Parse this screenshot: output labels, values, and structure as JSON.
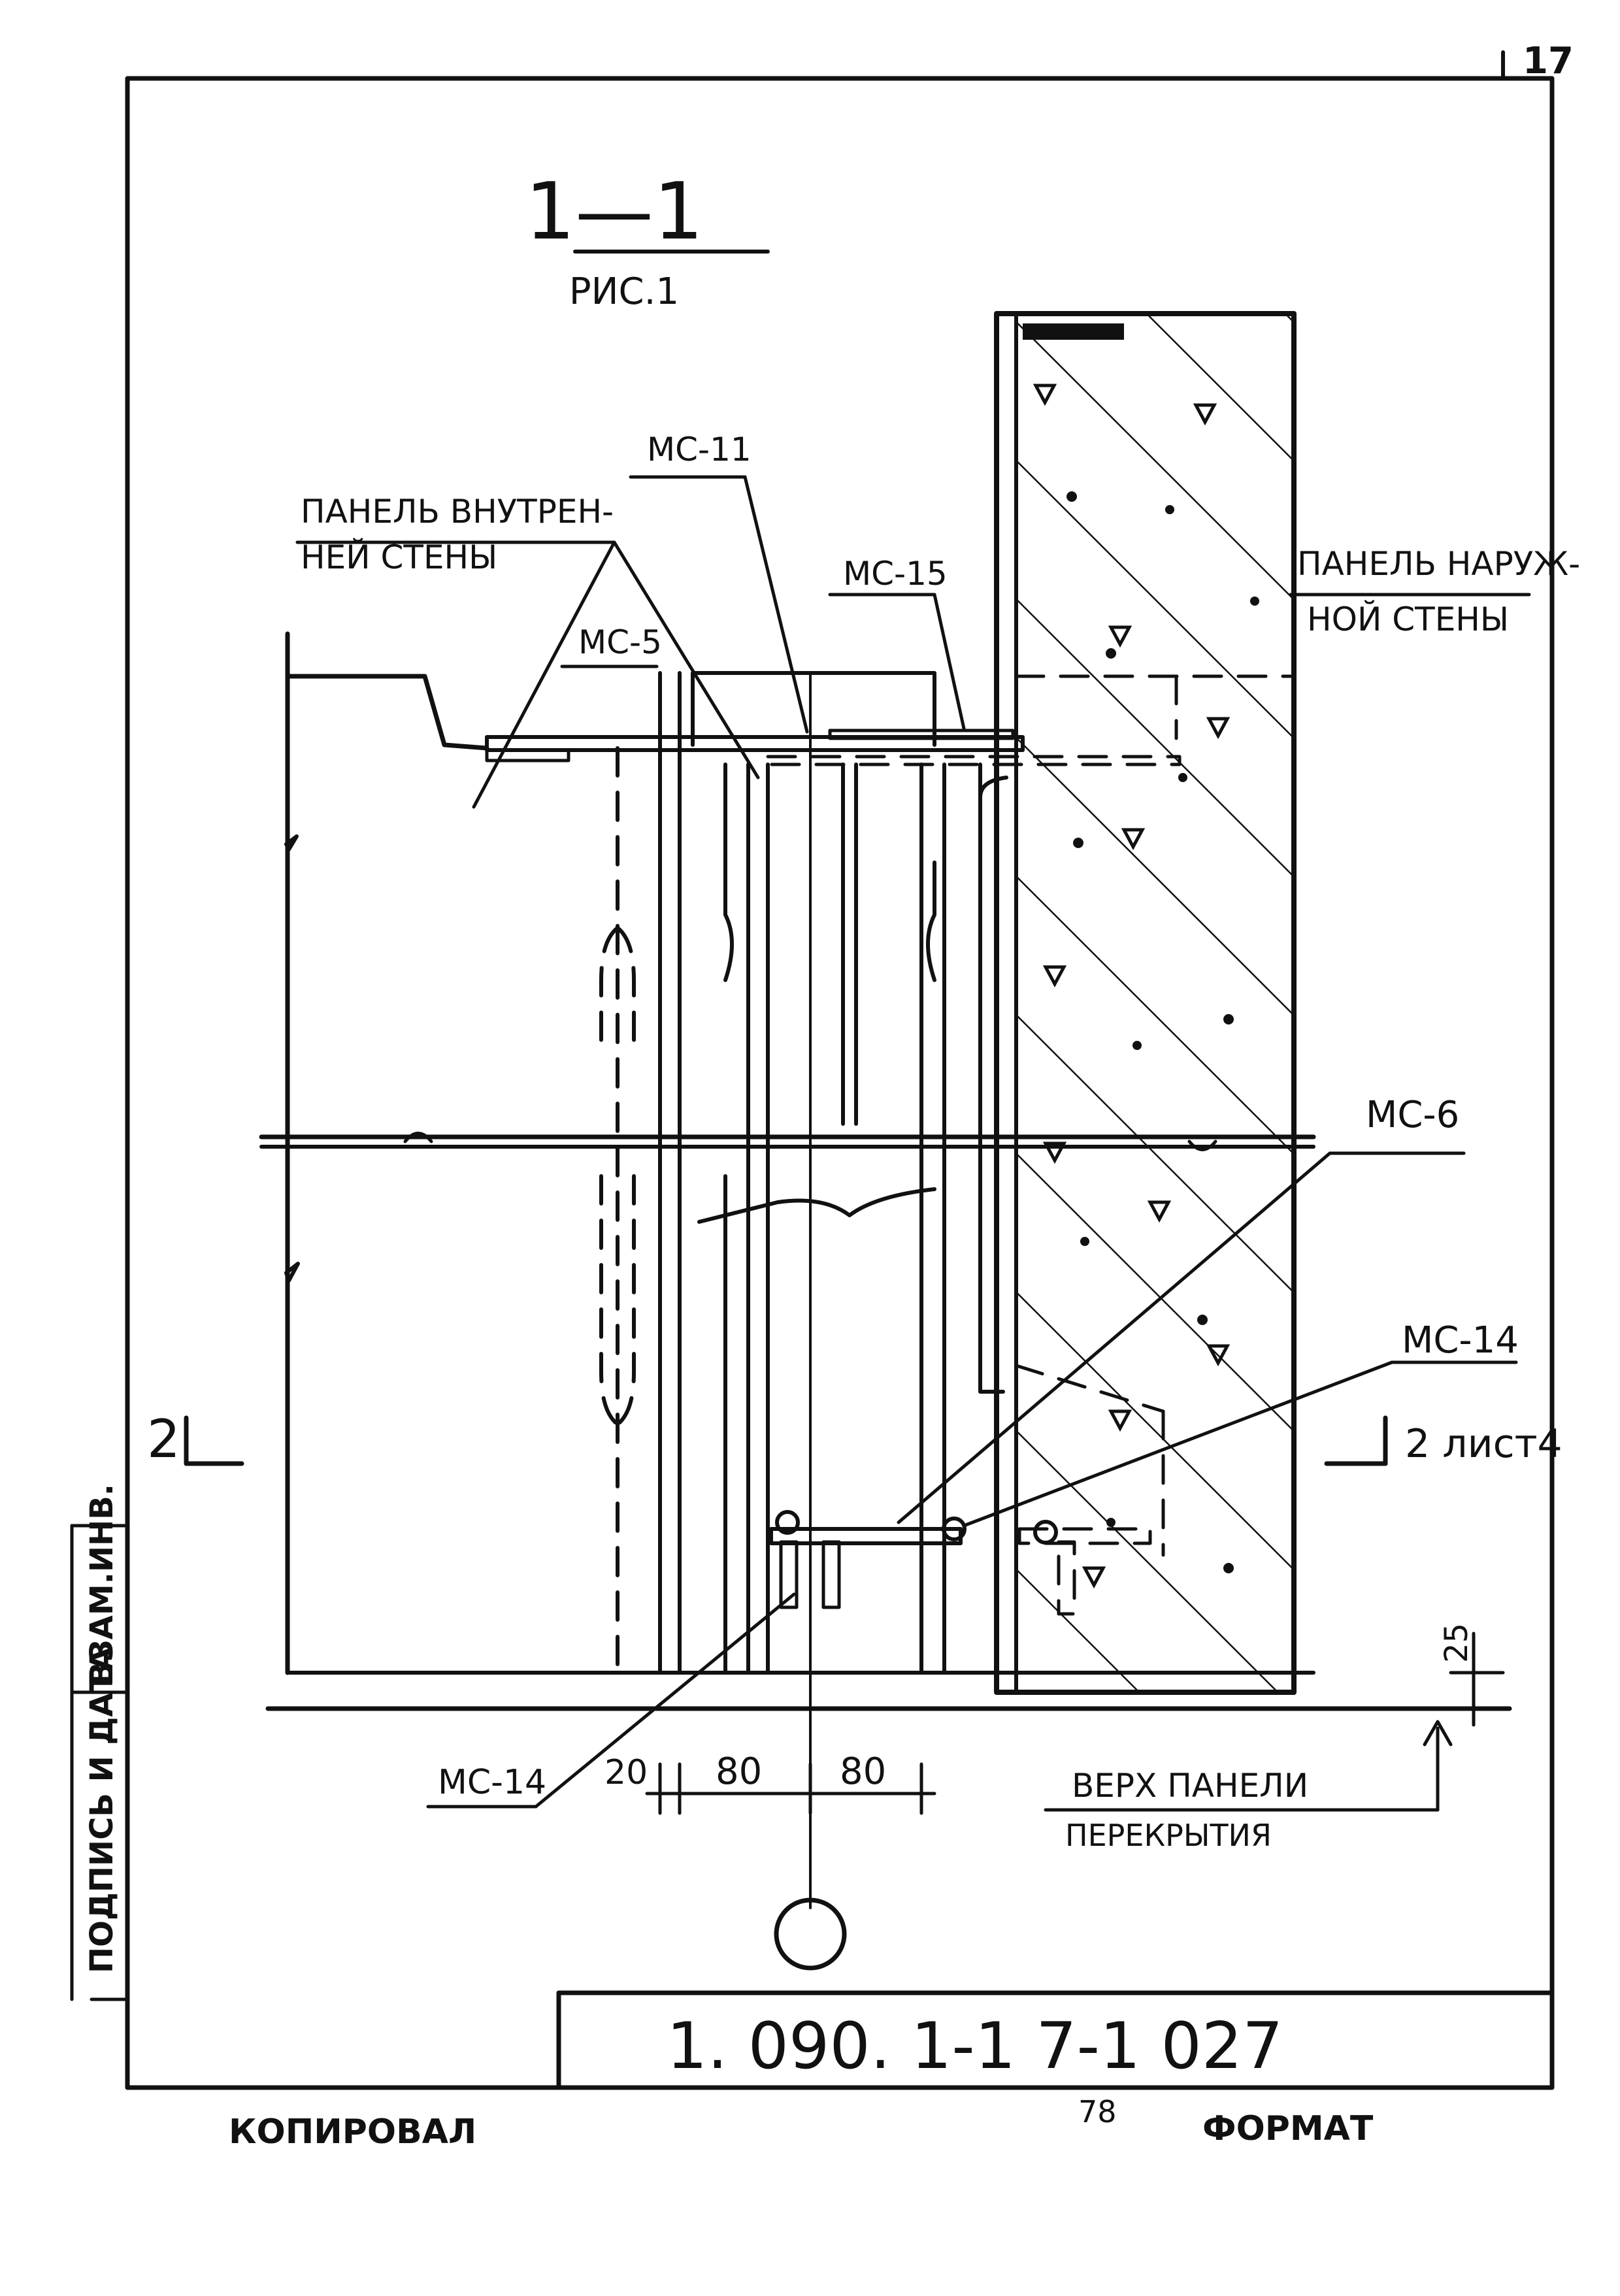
{
  "section": {
    "title": "1—1",
    "subtitle": "РИС.1"
  },
  "labels": {
    "inner_wall_1": "ПАНЕЛЬ ВНУТРЕН-",
    "inner_wall_2": "НЕЙ СТЕНЫ",
    "outer_wall_1": "ПАНЕЛЬ НАРУЖ-",
    "outer_wall_2": "НОЙ СТЕНЫ",
    "mc11": "МС-11",
    "mc15": "МС-15",
    "mc5": "МС-5",
    "mc6": "МС-6",
    "mc14_right": "МС-14",
    "mc14_bottom": "МС-14",
    "floor_top_1": "ВЕРХ ПАНЕЛИ",
    "floor_top_2": "ПЕРЕКРЫТИЯ"
  },
  "section_marks": {
    "left": "2",
    "right": "2 лист4"
  },
  "dimensions": {
    "d20": "20",
    "d80a": "80",
    "d80b": "80",
    "d25": "25"
  },
  "stamp": {
    "code": "1. 090. 1-1 7-1 027",
    "left_field_1": "ВЗАМ.ИНВ.",
    "left_field_2": "ПОДПИСЬ И ДАТА"
  },
  "footer": {
    "copied": "КОПИРОВАЛ",
    "num": "78",
    "format": "ФОРМАТ"
  },
  "corner_mark": "17"
}
